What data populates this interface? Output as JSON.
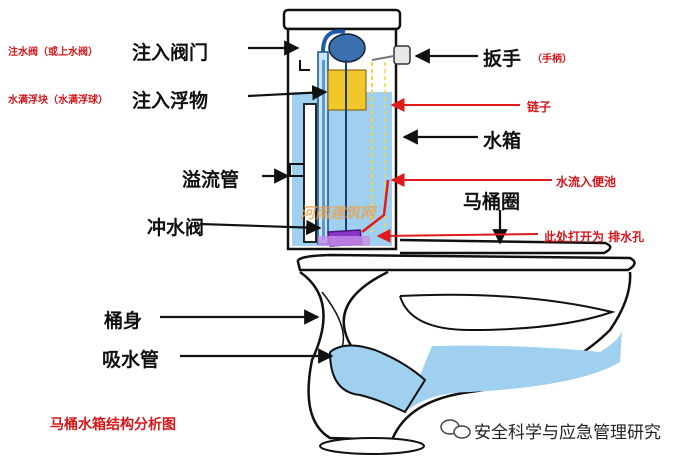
{
  "labels": {
    "fill_valve_note": "注水阀（或上水阀）",
    "fill_valve": "注入阀门",
    "float_note": "水满浮块（水满浮球）",
    "float": "注入浮物",
    "handle": "扳手",
    "handle_note": "（手柄）",
    "chain": "链子",
    "tank": "水箱",
    "overflow": "溢流管",
    "flow_to_bowl": "水流入便池",
    "seat": "马桶圈",
    "flush_valve": "冲水阀",
    "drain_hole": "此处打开为  排水孔",
    "bowl": "桶身",
    "siphon": "吸水管",
    "title": "马桶水箱结构分析图",
    "center_watermark": "河南建筑网",
    "watermark": "安全科学与应急管理研究"
  },
  "colors": {
    "water": "#9fd0f0",
    "float": "#f2c72c",
    "flush_valve": "#8a35c9",
    "label_red": "#d4171b",
    "arrow_red": "#e01b1b"
  }
}
